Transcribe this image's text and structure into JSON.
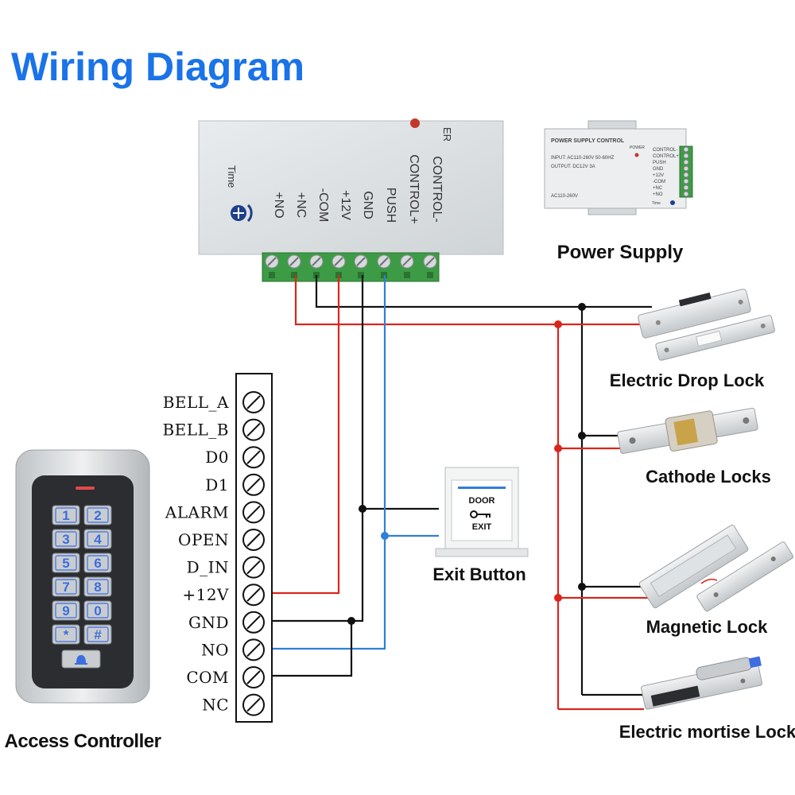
{
  "title": "Wiring Diagram",
  "colors": {
    "title": "#1a73e8",
    "wire_red": "#d9261c",
    "wire_black": "#111111",
    "wire_blue": "#2f7fd8",
    "terminal_green": "#3d9b45",
    "keypad_blue": "#3d6de0"
  },
  "power_box": {
    "time_label": "Time",
    "corner_text": "ER",
    "terminals": [
      "+NO",
      "+NC",
      "-COM",
      "+12V",
      "GND",
      "PUSH",
      "CONTROL+",
      "CONTROL-"
    ]
  },
  "power_supply": {
    "label": "Power Supply",
    "header": "POWER SUPPLY CONTROL",
    "input_line": "INPUT: AC110-260V 50-60HZ",
    "output_line": "OUTPUT: DC12V 3A",
    "power_text": "POWER",
    "range_text": "AC110-260V",
    "time_text": "Time",
    "terminal_labels": [
      "CONTROL-",
      "CONTROL+",
      "PUSH",
      "GND",
      "+12V",
      "-COM",
      "+NC",
      "+NO"
    ]
  },
  "controller": {
    "label": "Access Controller",
    "terminals": [
      "BELL_A",
      "BELL_B",
      "D0",
      "D1",
      "ALARM",
      "OPEN",
      "D_IN",
      "+12V",
      "GND",
      "NO",
      "COM",
      "NC"
    ],
    "keys": [
      "1",
      "2",
      "3",
      "4",
      "5",
      "6",
      "7",
      "8",
      "9",
      "0",
      "*",
      "#"
    ]
  },
  "exit_button": {
    "label": "Exit Button",
    "top_text": "DOOR",
    "bottom_text": "EXIT"
  },
  "locks": [
    {
      "label": "Electric Drop Lock"
    },
    {
      "label": "Cathode Locks"
    },
    {
      "label": "Magnetic Lock"
    },
    {
      "label": "Electric mortise Lock"
    }
  ]
}
